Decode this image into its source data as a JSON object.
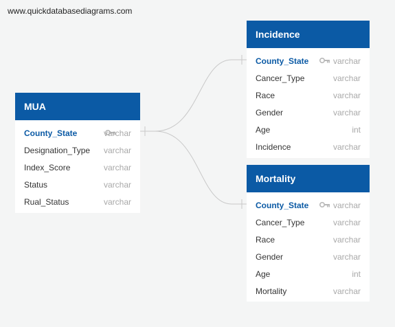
{
  "watermark": "www.quickdatabasediagrams.com",
  "colors": {
    "header": "#0b5aa5",
    "pk_text": "#0b5aa5",
    "field_text": "#333333",
    "type_text": "#a8a8a8",
    "connector": "#c8c8c8",
    "background": "#f4f5f5"
  },
  "entities": {
    "mua": {
      "title": "MUA",
      "fields": [
        {
          "name": "County_State",
          "type": "varchar",
          "pk": true,
          "icon": "key-icon"
        },
        {
          "name": "Designation_Type",
          "type": "varchar"
        },
        {
          "name": "Index_Score",
          "type": "varchar"
        },
        {
          "name": "Status",
          "type": "varchar"
        },
        {
          "name": "Rual_Status",
          "type": "varchar"
        }
      ]
    },
    "incidence": {
      "title": "Incidence",
      "fields": [
        {
          "name": "County_State",
          "type": "varchar",
          "pk": true,
          "icon": "key-icon"
        },
        {
          "name": "Cancer_Type",
          "type": "varchar"
        },
        {
          "name": "Race",
          "type": "varchar"
        },
        {
          "name": "Gender",
          "type": "varchar"
        },
        {
          "name": "Age",
          "type": "int"
        },
        {
          "name": "Incidence",
          "type": "varchar"
        }
      ]
    },
    "mortality": {
      "title": "Mortality",
      "fields": [
        {
          "name": "County_State",
          "type": "varchar",
          "pk": true,
          "icon": "key-icon"
        },
        {
          "name": "Cancer_Type",
          "type": "varchar"
        },
        {
          "name": "Race",
          "type": "varchar"
        },
        {
          "name": "Gender",
          "type": "varchar"
        },
        {
          "name": "Age",
          "type": "int"
        },
        {
          "name": "Mortality",
          "type": "varchar"
        }
      ]
    }
  },
  "relationships": [
    {
      "from": "mua.County_State",
      "to": "incidence.County_State"
    },
    {
      "from": "mua.County_State",
      "to": "mortality.County_State"
    }
  ]
}
